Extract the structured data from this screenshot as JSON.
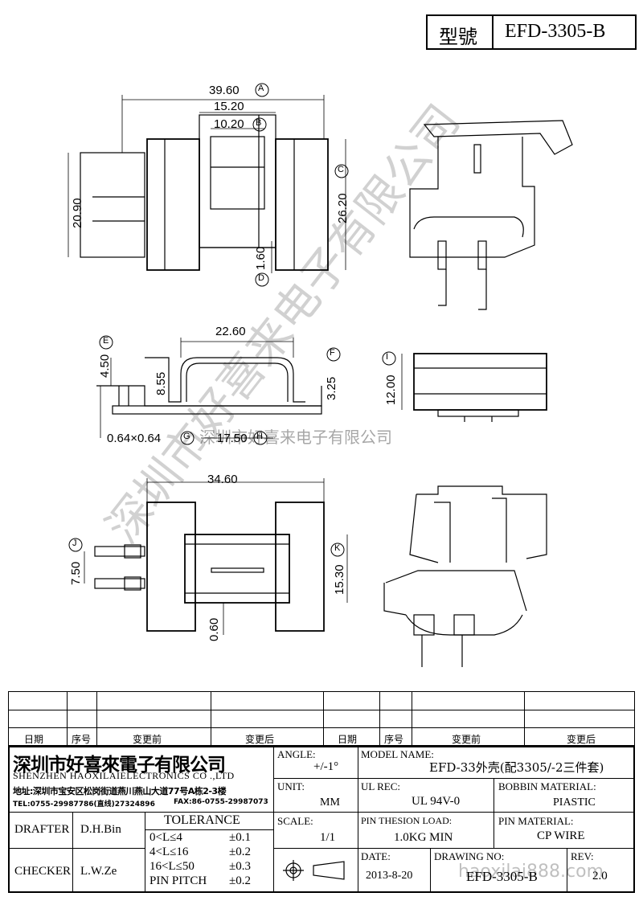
{
  "header": {
    "model_label": "型號",
    "model_value": "EFD-3305-B"
  },
  "dimensions": {
    "top_width": "39.60",
    "mark_a": "A",
    "inner_width": "15.20",
    "core_width": "10.20",
    "mark_b": "B",
    "left_height": "20.90",
    "right_height": "26.20",
    "mark_c": "C",
    "gap": "1.60",
    "mark_d": "D",
    "clip_width": "22.60",
    "pin_len": "4.50",
    "mark_e": "E",
    "clip_height": "8.55",
    "clip_side": "3.25",
    "mark_f": "F",
    "pin_section": "0.64×0.64",
    "mark_g": "G",
    "pin_span": "17.50",
    "mark_h": "H",
    "side_height": "12.00",
    "mark_i": "I",
    "bottom_width": "34.60",
    "pin_pitch": "7.50",
    "mark_j": "J",
    "bottom_height": "15.30",
    "mark_k": "K",
    "slot": "0.60"
  },
  "watermarks": {
    "diagonal": "深圳市好喜来电子有限公司",
    "horizontal": "深圳市好喜来电子有限公司",
    "url": "haoxilai888.com"
  },
  "revision_table": {
    "headers": [
      "日期",
      "序号",
      "变更前",
      "变更后",
      "日期",
      "序号",
      "变更前",
      "变更后"
    ]
  },
  "company": {
    "name_cn": "深圳市好喜來電子有限公司",
    "name_en": "SHENZHEN HAOXILAIELECTRONICS CO .,LTD",
    "address": "地址:深圳市宝安区松岗街道燕川燕山大道77号A栋2-3楼",
    "tel": "TEL:0755-29987786(直线)27324896",
    "fax": "FAX:86-0755-29987073"
  },
  "title_block": {
    "angle_label": "ANGLE:",
    "angle_value": "+/-1°",
    "model_name_label": "MODEL NAME:",
    "model_name_value": "EFD-33外壳(配3305/-2三件套)",
    "unit_label": "UNIT:",
    "unit_value": "MM",
    "ul_label": "UL REC:",
    "ul_value": "UL 94V-0",
    "bobbin_label": "BOBBIN MATERIAL:",
    "bobbin_value": "PIASTIC",
    "drafter_label": "DRAFTER",
    "drafter_value": "D.H.Bin",
    "tolerance_label": "TOLERANCE",
    "tol_rows": [
      {
        "range": "0<L≤4",
        "val": "±0.1"
      },
      {
        "range": "4<L≤16",
        "val": "±0.2"
      },
      {
        "range": "16<L≤50",
        "val": "±0.3"
      },
      {
        "range": "PIN PITCH",
        "val": "±0.2"
      }
    ],
    "scale_label": "SCALE:",
    "scale_value": "1/1",
    "pin_load_label": "PIN THESION LOAD:",
    "pin_load_value": "1.0KG MIN",
    "pin_mat_label": "PIN MATERIAL:",
    "pin_mat_value": "CP WIRE",
    "checker_label": "CHECKER",
    "checker_value": "L.W.Ze",
    "date_label": "DATE:",
    "date_value": "2013-8-20",
    "drawing_no_label": "DRAWING NO:",
    "drawing_no_value": "EFD-3305-B",
    "rev_label": "REV:",
    "rev_value": "2.0"
  }
}
